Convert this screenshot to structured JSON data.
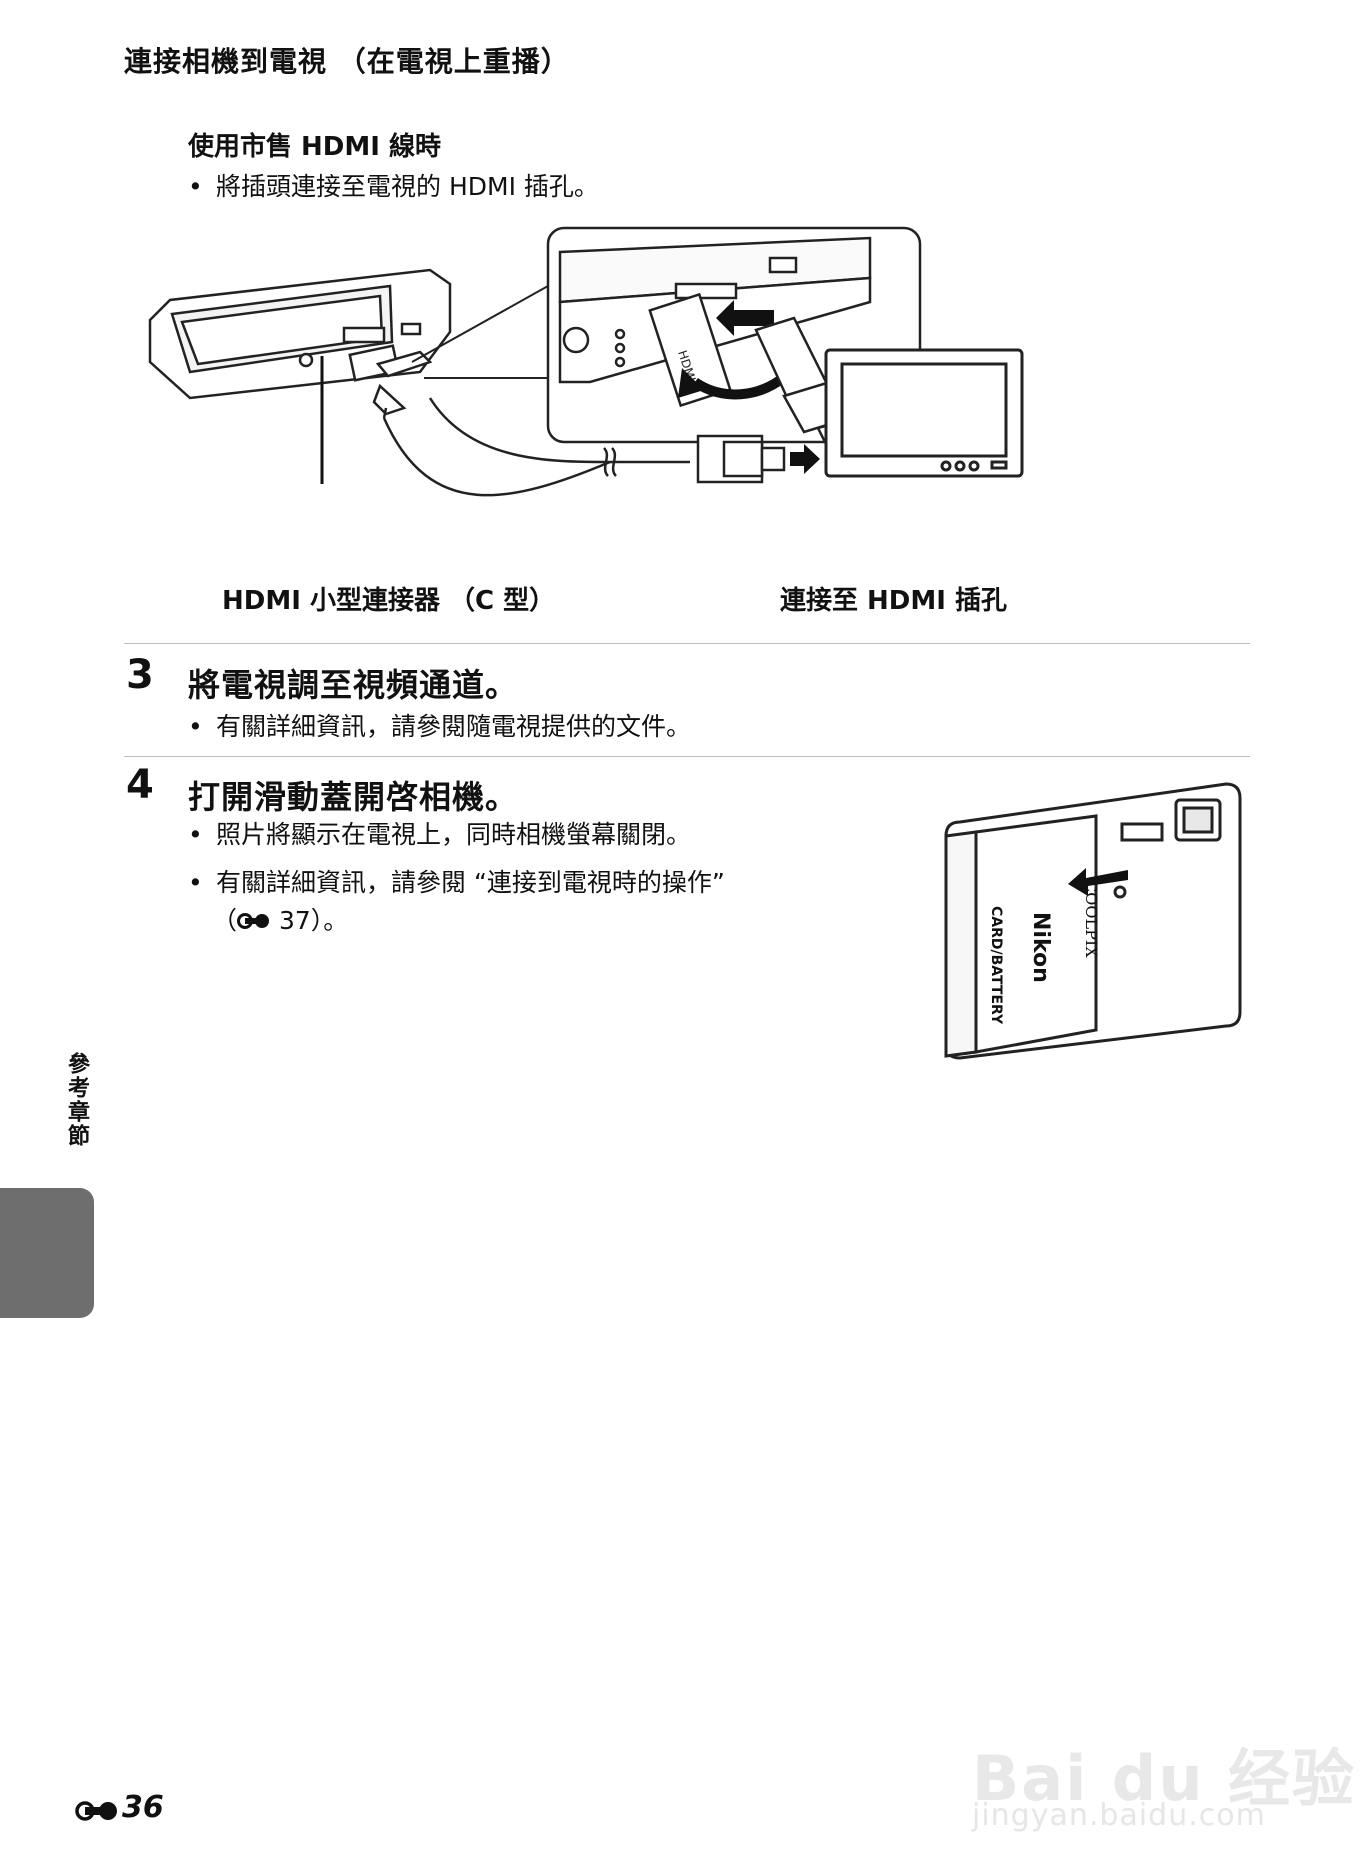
{
  "page_title": "連接相機到電視 （在電視上重播）",
  "hdmi_section": {
    "heading": "使用市售 HDMI 線時",
    "bullet": "將插頭連接至電視的 HDMI 插孔。"
  },
  "diagram": {
    "label_connector": "HDMI 小型連接器 （C 型）",
    "label_jack": "連接至 HDMI 插孔"
  },
  "steps": [
    {
      "number": "3",
      "title": "將電視調至視頻通道。",
      "bullets": [
        "有關詳細資訊，請參閱隨電視提供的文件。"
      ]
    },
    {
      "number": "4",
      "title": "打開滑動蓋開啓相機。",
      "bullets": [
        "照片將顯示在電視上，同時相機螢幕關閉。",
        "有關詳細資訊，請參閱 “連接到電視時的操作”",
        "（",
        " 37）。"
      ]
    }
  ],
  "camera_markings": {
    "brand": "Nikon",
    "model": "COOLPIX",
    "battery_label": "CARD/BATTERY",
    "hdmi_text": "HDMI"
  },
  "side_tab": {
    "label": "參考章節"
  },
  "page_number": "36",
  "watermark": {
    "main": "Bai du 经验",
    "sub": "jingyan.baidu.com"
  },
  "colors": {
    "text": "#111111",
    "rule": "#bdbdbd",
    "tab": "#6e6e6e",
    "watermark": "#e8e8e8"
  },
  "icons": [
    "reference-icon",
    "arrow-icon"
  ]
}
